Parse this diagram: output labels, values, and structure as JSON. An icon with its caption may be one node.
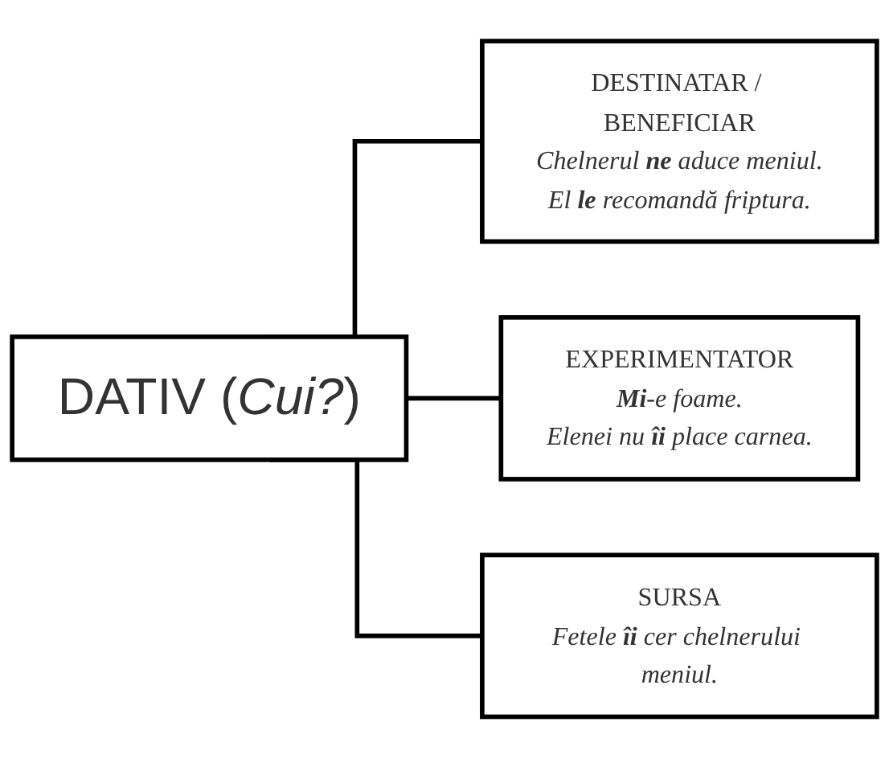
{
  "diagram": {
    "nodes": [
      {
        "text": [
          "DATIV (*Cui?*)"
        ]
      },
      {
        "text": [
          "DESTINATAR / BENEFICIAR",
          "Chelnerul **ne** aduce meniul.",
          "El **le** recomandă friptura."
        ]
      },
      {
        "text": [
          "EXPERIMENTATOR",
          "**Mi**-e foame.",
          "Elenei nu **îi** place carnea."
        ]
      },
      {
        "text": [
          "SURSA",
          "Fetele **îi** cer chelnerului meniul."
        ]
      }
    ],
    "edges": [
      {
        "from": 0,
        "to": 1,
        "arrow": "none"
      },
      {
        "from": 0,
        "to": 2,
        "arrow": "none"
      },
      {
        "from": 0,
        "to": 3,
        "arrow": "none"
      }
    ]
  }
}
